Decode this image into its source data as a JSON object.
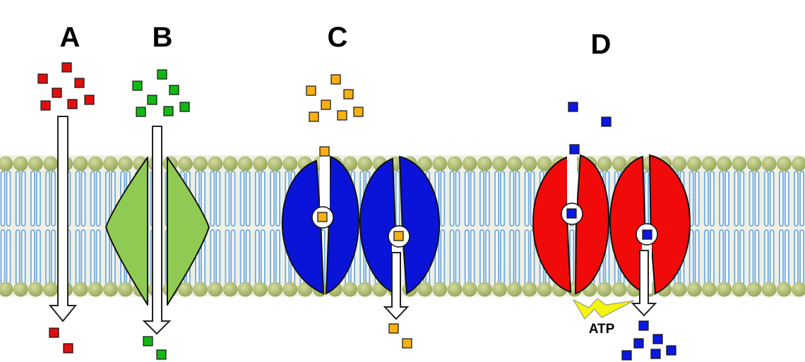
{
  "labels": {
    "a": "A",
    "b": "B",
    "c": "C",
    "d": "D",
    "atp": "ATP"
  },
  "colors": {
    "membrane_head": "#a8b86a",
    "membrane_tail": "#7aaee0",
    "red_particle": "#e01010",
    "green_particle": "#14b814",
    "orange_particle": "#f5b014",
    "blue_particle": "#0c18e0",
    "green_channel": "#8fcb52",
    "blue_protein": "#0a14d8",
    "red_protein": "#f00a0a",
    "atp_bolt": "#f4f40e"
  }
}
